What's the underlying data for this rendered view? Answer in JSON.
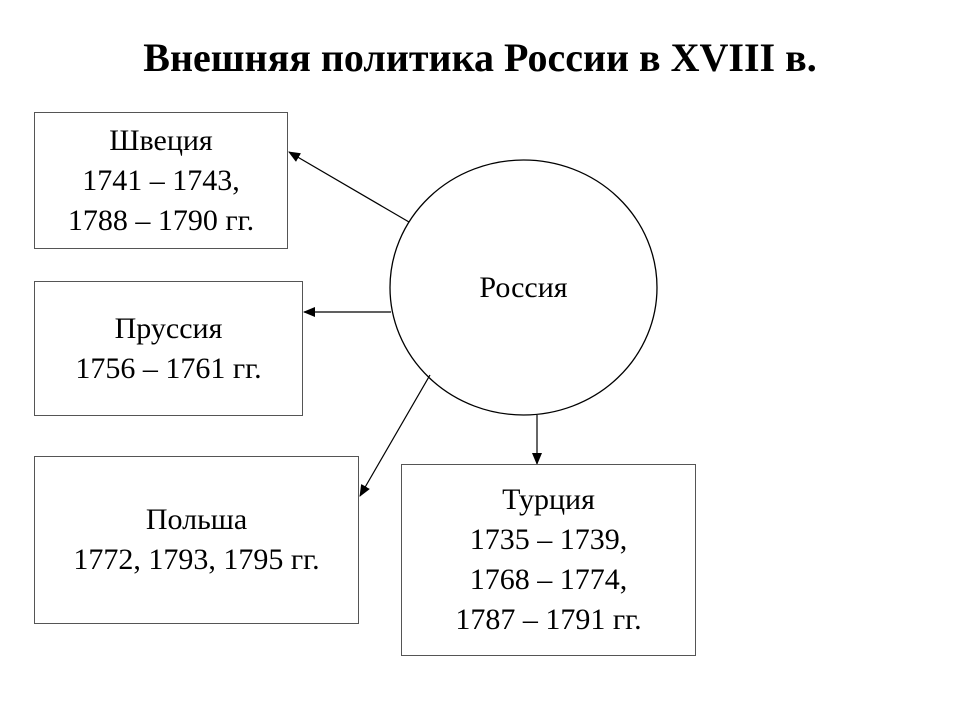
{
  "title": "Внешняя политика России в XVIII в.",
  "center": {
    "label": "Россия"
  },
  "nodes": {
    "sweden": {
      "name": "Швеция",
      "lines": [
        "1741 – 1743,",
        "1788 – 1790 гг."
      ]
    },
    "prussia": {
      "name": "Пруссия",
      "lines": [
        "1756 – 1761 гг."
      ]
    },
    "poland": {
      "name": "Польша",
      "lines": [
        "1772, 1793, 1795 гг."
      ]
    },
    "turkey": {
      "name": "Турция",
      "lines": [
        "1735 – 1739,",
        "1768 – 1774,",
        "1787 – 1791 гг."
      ]
    }
  },
  "edges": [
    {
      "from": "center",
      "to": "sweden"
    },
    {
      "from": "center",
      "to": "prussia"
    },
    {
      "from": "center",
      "to": "poland"
    },
    {
      "from": "center",
      "to": "turkey"
    }
  ],
  "colors": {
    "line": "#000000",
    "border": "#555555",
    "background": "#ffffff"
  }
}
